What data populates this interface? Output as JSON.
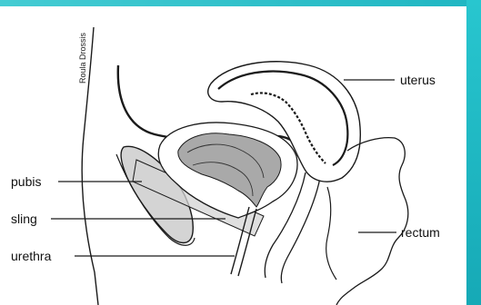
{
  "credit": "Roula Drossis",
  "labels": {
    "uterus": "uterus",
    "pubis": "pubis",
    "sling": "sling",
    "urethra": "urethra",
    "rectum": "rectum"
  },
  "colors": {
    "accent": "#1fb6c2",
    "bladder_fill": "#a9a9a9",
    "sling_fill": "#d4d4d4",
    "outline": "#1a1a1a"
  }
}
